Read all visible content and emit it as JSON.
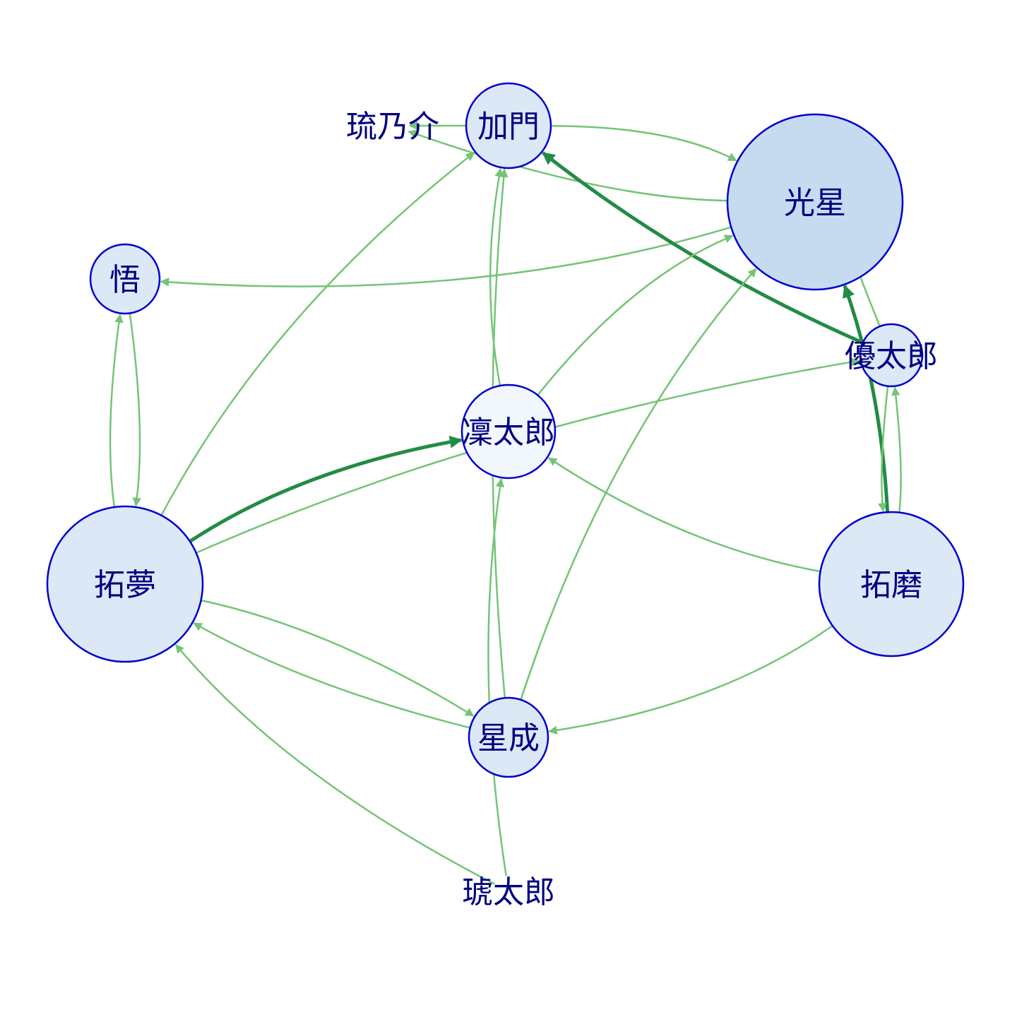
{
  "colors": {
    "node_fill": "#dce8f5",
    "node_fill_large": "#c6dbef",
    "node_fill_light": "#f2f7fd",
    "node_stroke": "#0000cc",
    "label": "#000080",
    "edge_light": "#74c476",
    "edge_dark": "#238b45"
  },
  "nodes": [
    {
      "id": "kamon",
      "label": "加門"
    },
    {
      "id": "runosuke",
      "label": "琉乃介"
    },
    {
      "id": "kosei",
      "label": "光星"
    },
    {
      "id": "satoru",
      "label": "悟"
    },
    {
      "id": "yutaro",
      "label": "優太郎"
    },
    {
      "id": "rintaro",
      "label": "凜太郎"
    },
    {
      "id": "takumu",
      "label": "拓夢"
    },
    {
      "id": "takuma",
      "label": "拓磨"
    },
    {
      "id": "seisei",
      "label": "星成"
    },
    {
      "id": "kotaro",
      "label": "琥太郎"
    }
  ],
  "edges": [
    {
      "from": "kamon",
      "to": "kosei",
      "weight": 1
    },
    {
      "from": "kosei",
      "to": "runosuke",
      "weight": 1
    },
    {
      "from": "kosei",
      "to": "satoru",
      "weight": 1
    },
    {
      "from": "yutaro",
      "to": "kamon",
      "weight": 2
    },
    {
      "from": "yutaro",
      "to": "kosei",
      "weight": 1
    },
    {
      "from": "takuma",
      "to": "kosei",
      "weight": 2
    },
    {
      "from": "yutaro",
      "to": "takuma",
      "weight": 1
    },
    {
      "from": "takuma",
      "to": "yutaro",
      "weight": 1
    },
    {
      "from": "takumu",
      "to": "rintaro",
      "weight": 2
    },
    {
      "from": "takumu",
      "to": "yutaro",
      "weight": 1
    },
    {
      "from": "takumu",
      "to": "kamon",
      "weight": 1
    },
    {
      "from": "rintaro",
      "to": "kamon",
      "weight": 1
    },
    {
      "from": "rintaro",
      "to": "kosei",
      "weight": 1
    },
    {
      "from": "seisei",
      "to": "kamon",
      "weight": 1
    },
    {
      "from": "seisei",
      "to": "kosei",
      "weight": 1
    },
    {
      "from": "takuma",
      "to": "rintaro",
      "weight": 1
    },
    {
      "from": "takuma",
      "to": "seisei",
      "weight": 1
    },
    {
      "from": "satoru",
      "to": "takumu",
      "weight": 1
    },
    {
      "from": "takumu",
      "to": "satoru",
      "weight": 1
    },
    {
      "from": "takumu",
      "to": "seisei",
      "weight": 1
    },
    {
      "from": "seisei",
      "to": "takumu",
      "weight": 1
    },
    {
      "from": "kotaro",
      "to": "takumu",
      "weight": 1
    },
    {
      "from": "kotaro",
      "to": "rintaro",
      "weight": 1
    },
    {
      "from": "kamon",
      "to": "runosuke",
      "weight": 1
    }
  ]
}
